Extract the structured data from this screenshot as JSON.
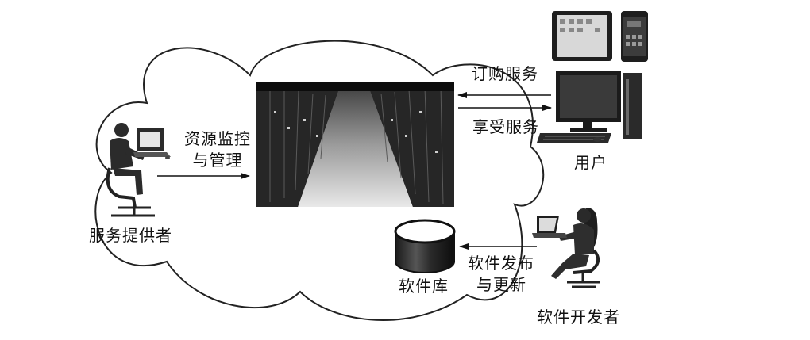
{
  "labels": {
    "service_provider": "服务提供者",
    "monitor_line1": "资源监控",
    "monitor_line2": "与管理",
    "subscribe": "订购服务",
    "enjoy": "享受服务",
    "user": "用户",
    "software_repo": "软件库",
    "publish_line1": "软件发布",
    "publish_line2": "与更新",
    "developer": "软件开发者"
  },
  "icons": [
    "cloud-icon",
    "datacenter-image",
    "person-at-computer-icon",
    "tablet-icon",
    "phone-icon",
    "desktop-computer-icon",
    "database-cylinder-icon",
    "developer-at-laptop-icon"
  ],
  "colors": {
    "stroke": "#222222",
    "fill_dark": "#2b2b2b",
    "background": "#ffffff"
  }
}
